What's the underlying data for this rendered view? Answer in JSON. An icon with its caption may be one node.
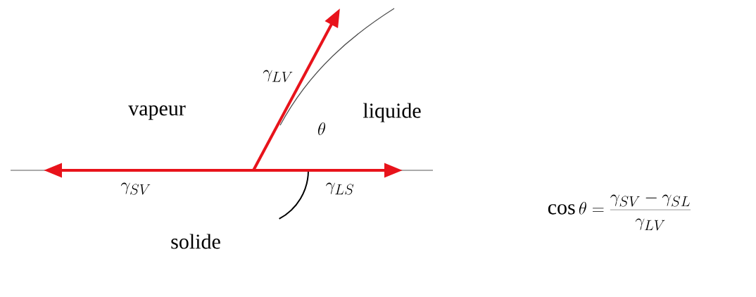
{
  "diagram": {
    "labels": [
      "\\gamma_{LV}",
      "vapeur",
      "liquide",
      "\\theta",
      "\\gamma_{SV}",
      "\\gamma_{LS}",
      "solide",
      "\\cos\\theta = \\frac{\\gamma_{SV} - \\gamma_{SL}}{\\gamma_{LV}}"
    ]
  }
}
